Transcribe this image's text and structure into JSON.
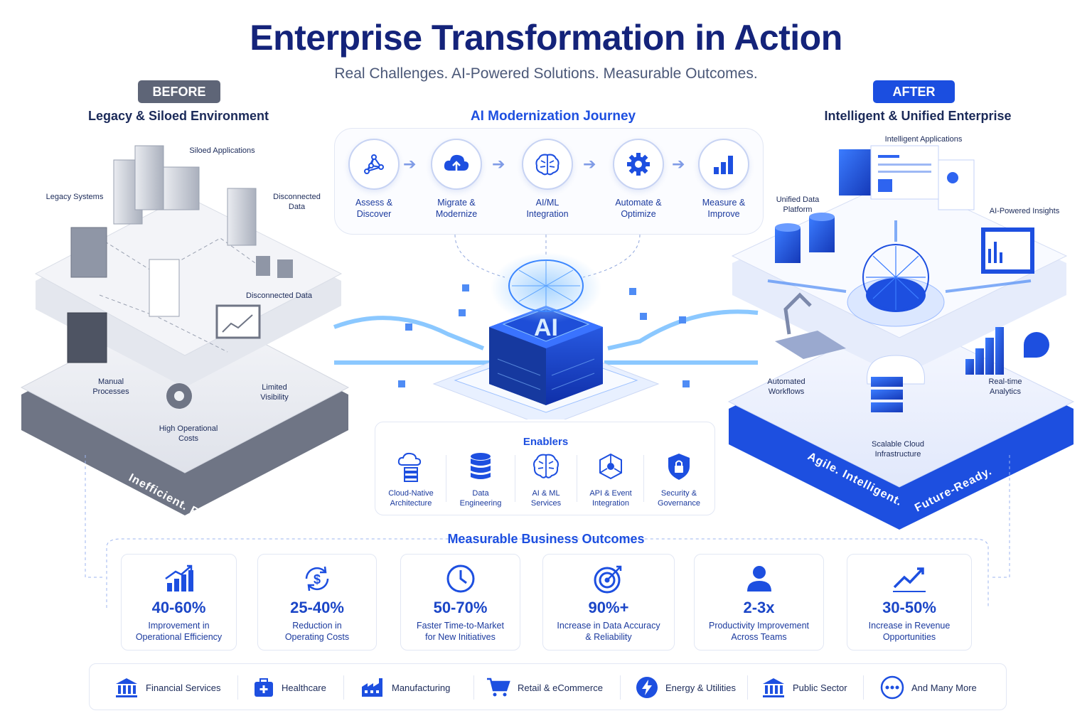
{
  "header": {
    "title": "Enterprise Transformation in Action",
    "subtitle": "Real Challenges. AI-Powered Solutions. Measurable Outcomes."
  },
  "before": {
    "badge": "BEFORE",
    "heading": "Legacy & Siloed Environment",
    "labels": {
      "siloed_apps": "Siloed Applications",
      "legacy_systems": "Legacy Systems",
      "disconnected_data_top": "Disconnected Data",
      "disconnected_data": "Disconnected Data",
      "manual_processes": "Manual Processes",
      "limited_visibility": "Limited Visibility",
      "high_costs": "High Operational Costs"
    },
    "tagline": "Inefficient. Rigid. Costly."
  },
  "journey": {
    "heading": "AI Modernization Journey",
    "steps": [
      {
        "label_1": "Assess &",
        "label_2": "Discover",
        "icon": "network-icon"
      },
      {
        "label_1": "Migrate &",
        "label_2": "Modernize",
        "icon": "cloud-upload-icon"
      },
      {
        "label_1": "AI/ML",
        "label_2": "Integration",
        "icon": "brain-icon"
      },
      {
        "label_1": "Automate &",
        "label_2": "Optimize",
        "icon": "gear-icon"
      },
      {
        "label_1": "Measure &",
        "label_2": "Improve",
        "icon": "bar-chart-icon"
      }
    ]
  },
  "ai_core": {
    "label": "AI"
  },
  "after": {
    "badge": "AFTER",
    "heading": "Intelligent & Unified Enterprise",
    "labels": {
      "intelligent_apps": "Intelligent Applications",
      "unified_data": "Unified Data Platform",
      "ai_insights": "AI-Powered Insights",
      "automated_workflows": "Automated Workflows",
      "realtime_analytics": "Real-time Analytics",
      "scalable_cloud": "Scalable Cloud Infrastructure"
    },
    "tagline_1": "Agile. Intelligent.",
    "tagline_2": "Future-Ready."
  },
  "enablers": {
    "heading": "Enablers",
    "items": [
      {
        "label_1": "Cloud-Native",
        "label_2": "Architecture",
        "icon": "cloud-server-icon"
      },
      {
        "label_1": "Data",
        "label_2": "Engineering",
        "icon": "database-icon"
      },
      {
        "label_1": "AI & ML",
        "label_2": "Services",
        "icon": "brain-icon"
      },
      {
        "label_1": "API & Event",
        "label_2": "Integration",
        "icon": "hexagon-network-icon"
      },
      {
        "label_1": "Security &",
        "label_2": "Governance",
        "icon": "shield-lock-icon"
      }
    ]
  },
  "outcomes": {
    "heading": "Measurable Business Outcomes",
    "items": [
      {
        "value": "40-60%",
        "desc_1": "Improvement in",
        "desc_2": "Operational Efficiency",
        "icon": "growth-chart-icon"
      },
      {
        "value": "25-40%",
        "desc_1": "Reduction in",
        "desc_2": "Operating Costs",
        "icon": "dollar-cycle-icon"
      },
      {
        "value": "50-70%",
        "desc_1": "Faster Time-to-Market",
        "desc_2": "for New Initiatives",
        "icon": "clock-icon"
      },
      {
        "value": "90%+",
        "desc_1": "Increase in Data Accuracy",
        "desc_2": "& Reliability",
        "icon": "target-icon"
      },
      {
        "value": "2-3x",
        "desc_1": "Productivity Improvement",
        "desc_2": "Across Teams",
        "icon": "person-icon"
      },
      {
        "value": "30-50%",
        "desc_1": "Increase in Revenue",
        "desc_2": "Opportunities",
        "icon": "trend-up-icon"
      }
    ]
  },
  "industries": [
    {
      "label": "Financial Services",
      "icon": "bank-icon"
    },
    {
      "label": "Healthcare",
      "icon": "medical-kit-icon"
    },
    {
      "label": "Manufacturing",
      "icon": "factory-icon"
    },
    {
      "label": "Retail & eCommerce",
      "icon": "cart-icon"
    },
    {
      "label": "Energy & Utilities",
      "icon": "bolt-icon"
    },
    {
      "label": "Public Sector",
      "icon": "government-icon"
    },
    {
      "label": "And Many More",
      "icon": "more-icon"
    }
  ],
  "colors": {
    "primary": "#1d4fe0",
    "navy": "#14237a",
    "before_gray": "#5e6577",
    "accent_light": "#7f9be6"
  }
}
